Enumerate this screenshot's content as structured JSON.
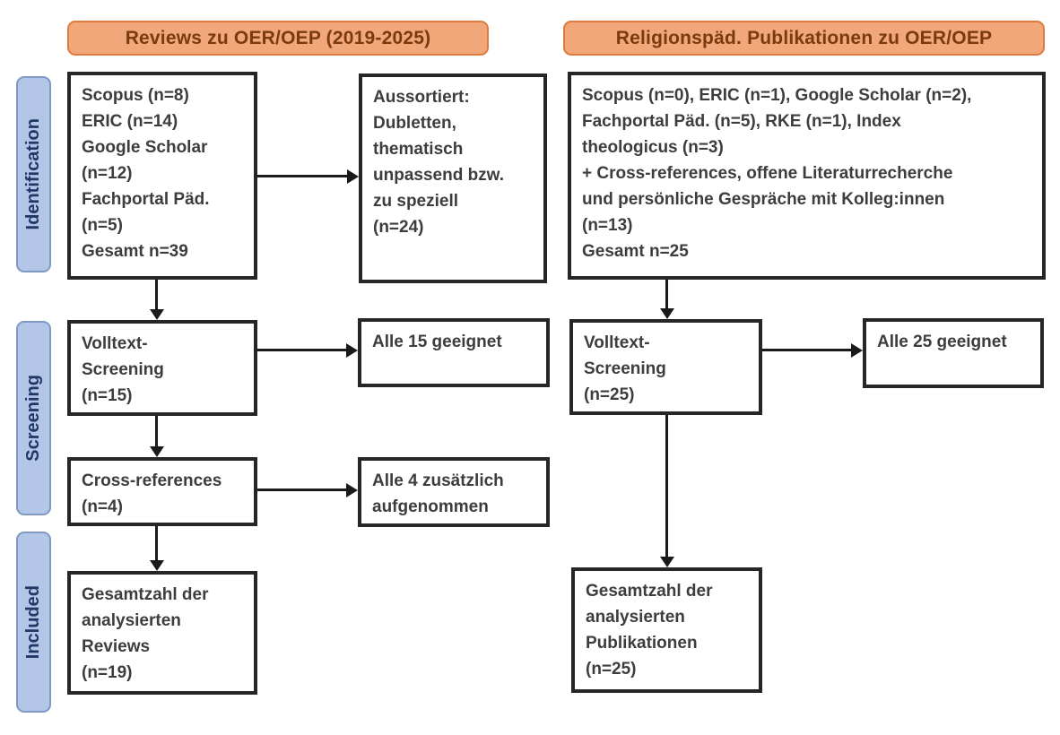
{
  "diagram_type": "prisma-flow",
  "colors": {
    "header_fill": "#F2A77B",
    "header_border": "#DD7B3F",
    "header_text": "#7A3A10",
    "stage_fill": "#B3C6E7",
    "stage_border": "#8099C2",
    "stage_text": "#1F3864",
    "box_border": "#262626",
    "box_text": "#3D3D3D",
    "arrow": "#1A1A1A",
    "background": "#FFFFFF"
  },
  "headers": {
    "left": "Reviews zu OER/OEP (2019-2025)",
    "right": "Religionspäd. Publikationen zu OER/OEP"
  },
  "stages": {
    "identification": "Identification",
    "screening": "Screening",
    "included": "Included"
  },
  "boxes": {
    "left_sources": "Scopus (n=8)\nERIC (n=14)\nGoogle Scholar\n(n=12)\nFachportal Päd.\n(n=5)\nGesamt n=39",
    "left_excluded": "Aussortiert:\nDubletten,\nthematisch\nunpassend bzw.\nzu speziell\n(n=24)",
    "right_sources": "Scopus (n=0), ERIC (n=1), Google Scholar (n=2),\nFachportal Päd. (n=5), RKE (n=1), Index\ntheologicus (n=3)\n+ Cross-references, offene Literaturrecherche\nund persönliche Gespräche mit Kolleg:innen\n(n=13)\nGesamt n=25",
    "left_fulltext": "Volltext-\nScreening\n(n=15)",
    "left_fulltext_result": "Alle 15 geeignet",
    "left_crossref": "Cross-references\n(n=4)",
    "left_crossref_result": "Alle 4 zusätzlich\naufgenommen",
    "left_total": "Gesamtzahl der\nanalysierten\nReviews\n(n=19)",
    "right_fulltext": "Volltext-\nScreening\n(n=25)",
    "right_fulltext_result": "Alle 25 geeignet",
    "right_total": "Gesamtzahl der\nanalysierten\nPublikationen\n(n=25)"
  }
}
